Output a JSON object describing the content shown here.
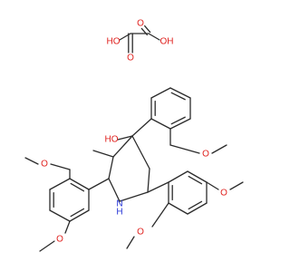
{
  "colors": {
    "bond": "#2b2b2b",
    "carbon": "#2b2b2b",
    "oxygen": "#e0211e",
    "nitrogen": "#2433d6",
    "background": "#ffffff"
  },
  "oxalic_acid": {
    "labels": [
      {
        "id": "ox-oh-left",
        "text": "HO",
        "element": "O"
      },
      {
        "id": "ox-o-top",
        "text": "O",
        "element": "O"
      },
      {
        "id": "ox-oh-right",
        "text": "OH",
        "element": "O"
      },
      {
        "id": "ox-o-bottom",
        "text": "O",
        "element": "O"
      }
    ]
  },
  "main_molecule": {
    "labels": [
      {
        "id": "hydroxyl",
        "text": "HO",
        "element": "O"
      },
      {
        "id": "methoxy-o-top-right",
        "text": "O",
        "element": "O"
      },
      {
        "id": "methoxy-o-left-top",
        "text": "O",
        "element": "O"
      },
      {
        "id": "methoxy-o-left-bottom",
        "text": "O",
        "element": "O"
      },
      {
        "id": "ring-nh",
        "text": "N",
        "element": "N"
      },
      {
        "id": "ring-nh-h",
        "text": "H",
        "element": "N"
      },
      {
        "id": "methoxy-o-right",
        "text": "O",
        "element": "O"
      },
      {
        "id": "methoxy-o-bottom-right",
        "text": "O",
        "element": "O"
      }
    ]
  }
}
